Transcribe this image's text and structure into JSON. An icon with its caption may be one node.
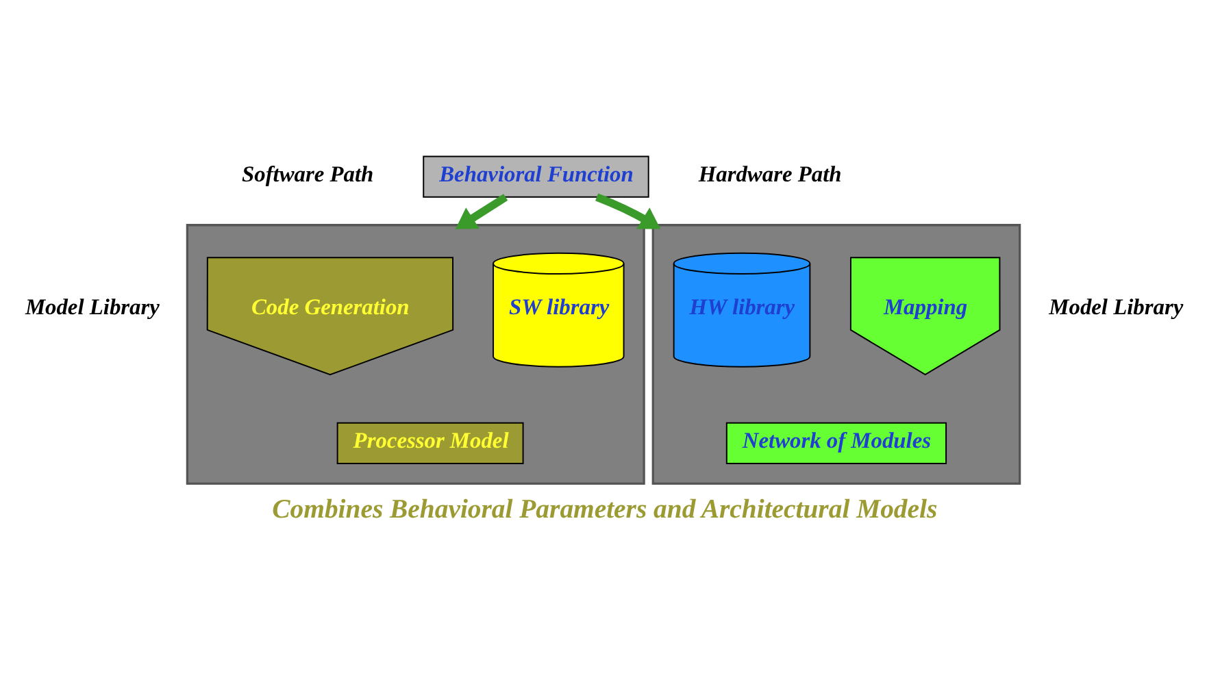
{
  "diagram": {
    "caption": "Combines Behavioral Parameters and Architectural Models",
    "nodes": [
      {
        "text": [
          "Behavioral Function"
        ]
      },
      {
        "text": [],
        "shape": "box"
      },
      {
        "text": [
          "Code Generation"
        ],
        "in": 1
      },
      {
        "text": [
          "SW library"
        ],
        "in": 1
      },
      {
        "text": [
          "Processor Model"
        ],
        "in": 1
      },
      {
        "text": [],
        "shape": "box"
      },
      {
        "text": [
          "HW library"
        ],
        "in": 5
      },
      {
        "text": [
          "Mapping"
        ],
        "in": 5
      },
      {
        "text": [
          "Network of Modules"
        ],
        "in": 5
      }
    ],
    "edges": [
      {
        "from": 0,
        "to": 1,
        "arrow": "to"
      },
      {
        "from": 0,
        "to": 5,
        "arrow": "to"
      }
    ],
    "labels": [
      "Software Path",
      "Hardware Path",
      "Model Library",
      "Model Library"
    ]
  }
}
